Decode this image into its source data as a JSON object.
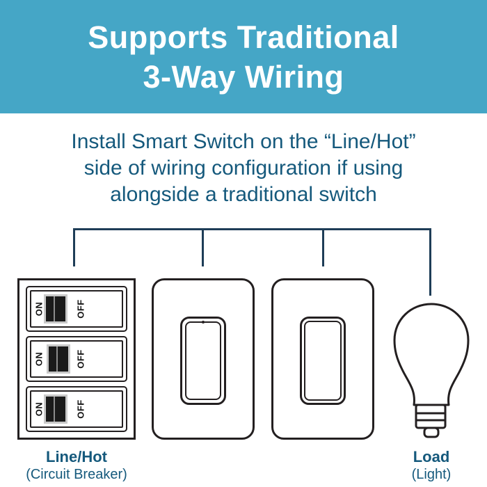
{
  "header": {
    "title_line1": "Supports Traditional",
    "title_line2": "3-Way Wiring"
  },
  "subtitle": {
    "line1": "Install Smart Switch on the “Line/Hot”",
    "line2": "side of wiring configuration if using",
    "line3": "alongside a traditional switch"
  },
  "colors": {
    "banner_blue": "#45A6C6",
    "text_teal": "#15597C",
    "wire_navy": "#1E3D57",
    "outline_black": "#231F20"
  },
  "breaker": {
    "modules": [
      {
        "on": "ON",
        "off": "OFF"
      },
      {
        "on": "ON",
        "off": "OFF"
      },
      {
        "on": "ON",
        "off": "OFF"
      }
    ],
    "label": "Line/Hot",
    "sublabel": "(Circuit Breaker)"
  },
  "load": {
    "label": "Load",
    "sublabel": "(Light)"
  }
}
